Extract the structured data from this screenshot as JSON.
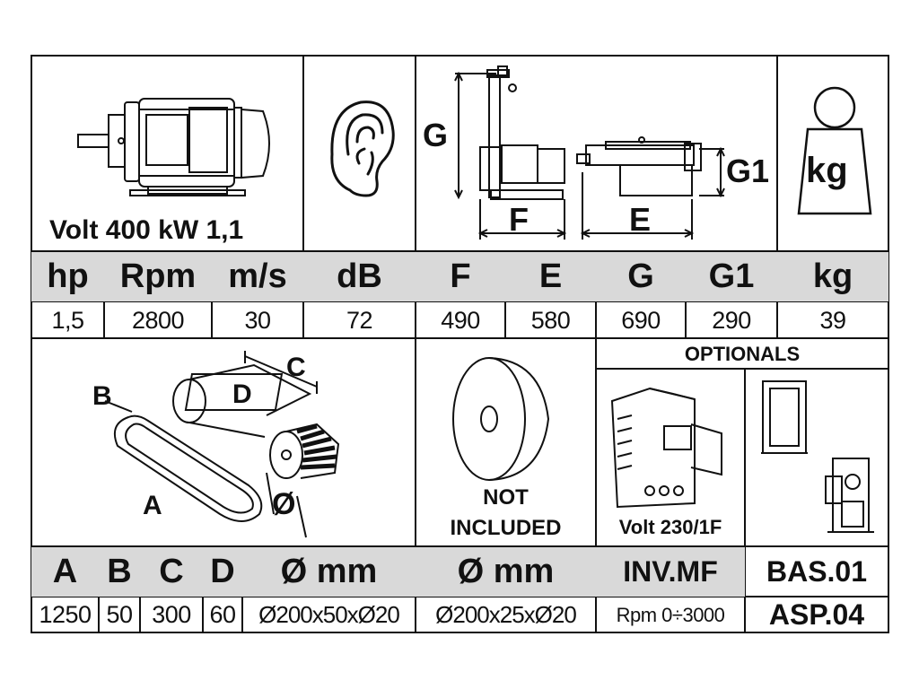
{
  "motor": {
    "label": "Volt 400 kW 1,1",
    "icon": "electric-motor-icon"
  },
  "noise_icon": "ear-icon",
  "dimensions_drawing": {
    "labels": {
      "g": "G",
      "f": "F",
      "e": "E",
      "g1": "G1"
    }
  },
  "weight_icon": {
    "icon": "weight-icon",
    "label": "kg"
  },
  "specs": {
    "headers": [
      "hp",
      "Rpm",
      "m/s",
      "dB",
      "F",
      "E",
      "G",
      "G1",
      "kg"
    ],
    "values": [
      "1,5",
      "2800",
      "30",
      "72",
      "490",
      "580",
      "690",
      "290",
      "39"
    ]
  },
  "belt_drawing": {
    "labels": {
      "a": "A",
      "b": "B",
      "c": "C",
      "d": "D",
      "dia": "Ø"
    }
  },
  "wheel": {
    "note_line1": "NOT",
    "note_line2": "INCLUDED"
  },
  "optionals": {
    "title": "OPTIONALS",
    "inverter_label": "Volt 230/1F"
  },
  "bottom": {
    "headers": [
      "A",
      "B",
      "C",
      "D",
      "Ø mm",
      "Ø mm",
      "INV.MF",
      "BAS.01"
    ],
    "values": [
      "1250",
      "50",
      "300",
      "60",
      "Ø200x50xØ20",
      "Ø200x25xØ20",
      "Rpm 0÷3000",
      "ASP.04"
    ]
  },
  "colors": {
    "header_bg": "#d9d9d9",
    "line": "#111111",
    "background": "#ffffff"
  }
}
